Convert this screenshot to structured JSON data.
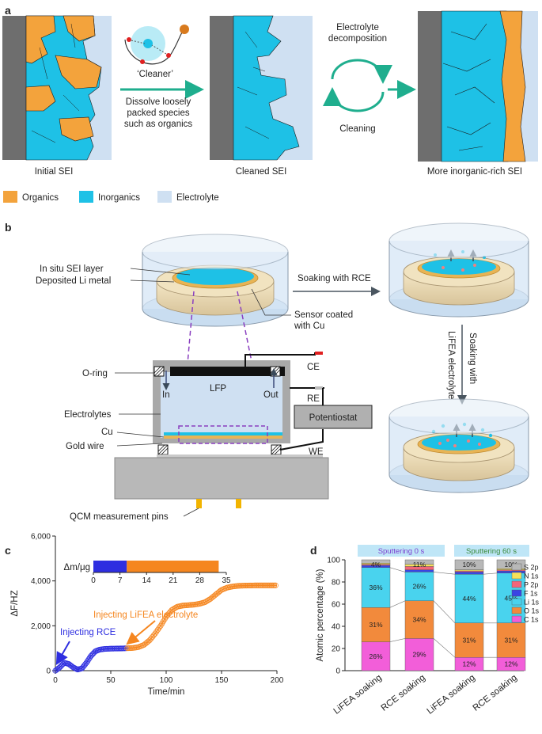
{
  "panel_a": {
    "label": "a",
    "steps": [
      "Initial SEI",
      "Cleaned SEI",
      "More inorganic-rich SEI"
    ],
    "cleaner": "‘Cleaner’",
    "dissolve": [
      "Dissolve loosely",
      "packed species",
      "such as organics"
    ],
    "decomp": [
      "Electrolyte",
      "decomposition"
    ],
    "cleaning": "Cleaning",
    "legend": [
      {
        "label": "Organics",
        "color": "#F3A33C"
      },
      {
        "label": "Inorganics",
        "color": "#1EC1E6"
      },
      {
        "label": "Electrolyte",
        "color": "#CFE0F2"
      }
    ],
    "arrow_color": "#1FAE8E"
  },
  "panel_b": {
    "label": "b",
    "sei_layer": "In situ SEI layer",
    "li_metal": "Deposited Li metal",
    "sensor": [
      "Sensor coated",
      "with Cu"
    ],
    "soak_rce": "Soaking with RCE",
    "soak_lifea": [
      "Soaking with",
      "LiFEA electrolyte"
    ],
    "oring": "O-ring",
    "in_label": "In",
    "out_label": "Out",
    "lfp": "LFP",
    "ce": "CE",
    "re": "RE",
    "we": "WE",
    "electrolytes": "Electrolytes",
    "cu": "Cu",
    "gold_wire": "Gold wire",
    "potentiostat": "Potentiostat",
    "qcm": "QCM measurement pins"
  },
  "panel_c": {
    "label": "c",
    "inset_label": "Δm/μg",
    "inset_ticks": [
      "0",
      "7",
      "14",
      "21",
      "28",
      "35"
    ],
    "inject_rce": "Injecting RCE",
    "inject_lifea": "Injecting LiFEA electrolyte",
    "colors": {
      "rce": "#2E2EE0",
      "lifea": "#F5861F"
    }
  },
  "panel_d": {
    "label": "d",
    "tag_0s": "Sputtering 0 s",
    "tag_60s": "Sputtering 60 s"
  },
  "chart_data": [
    {
      "type": "line",
      "xlabel": "Time/min",
      "ylabel": "ΔF/HZ",
      "xlim": [
        0,
        200
      ],
      "ylim": [
        0,
        6000
      ],
      "xticks": [
        "0",
        "50",
        "100",
        "150",
        "200"
      ],
      "yticks": [
        "0",
        "2,000",
        "4,000",
        "6,000"
      ],
      "grid": false,
      "series": [
        {
          "name": "Injecting RCE",
          "x": [
            0,
            4,
            8,
            12,
            16,
            20,
            24,
            28,
            32,
            36,
            40,
            45,
            50,
            55,
            60,
            65
          ],
          "y": [
            0,
            150,
            350,
            300,
            150,
            50,
            100,
            350,
            650,
            860,
            940,
            970,
            980,
            985,
            990,
            1000
          ]
        },
        {
          "name": "Injecting LiFEA electrolyte",
          "x": [
            65,
            70,
            75,
            80,
            85,
            90,
            95,
            100,
            105,
            110,
            115,
            120,
            125,
            130,
            135,
            140,
            145,
            150,
            155,
            160,
            165,
            170,
            175,
            180,
            185,
            190,
            195,
            200
          ],
          "y": [
            1000,
            1010,
            1050,
            1150,
            1350,
            1650,
            2000,
            2400,
            2700,
            2850,
            2900,
            2920,
            2940,
            2980,
            3050,
            3200,
            3400,
            3600,
            3700,
            3750,
            3780,
            3790,
            3795,
            3800,
            3800,
            3800,
            3800,
            3800
          ]
        }
      ],
      "inset": {
        "type": "bar",
        "xlim": [
          0,
          35
        ],
        "segments": [
          {
            "name": "Injecting RCE",
            "value": 8.8
          },
          {
            "name": "Injecting LiFEA electrolyte",
            "value": 24.2
          }
        ]
      }
    },
    {
      "type": "bar",
      "stacked": true,
      "ylabel": "Atomic percentage (%)",
      "ylim": [
        0,
        100
      ],
      "yticks": [
        "0",
        "20",
        "40",
        "60",
        "80",
        "100"
      ],
      "categories": [
        "LiFEA soaking",
        "RCE soaking",
        "LiFEA soaking",
        "RCE soaking"
      ],
      "legend": [
        "S 2p",
        "N 1s",
        "P 2p",
        "F 1s",
        "Li 1s",
        "O 1s",
        "C 1s"
      ],
      "series": [
        {
          "name": "C 1s",
          "color": "#F25ED9",
          "values": [
            26,
            29,
            12,
            12
          ],
          "labels": [
            "26%",
            "29%",
            "12%",
            "12%"
          ]
        },
        {
          "name": "O 1s",
          "color": "#F28A3C",
          "values": [
            31,
            34,
            31,
            31
          ],
          "labels": [
            "31%",
            "34%",
            "31%",
            "31%"
          ]
        },
        {
          "name": "Li 1s",
          "color": "#49D3EE",
          "values": [
            36,
            26,
            44,
            45
          ],
          "labels": [
            "36%",
            "26%",
            "44%",
            "45%"
          ]
        },
        {
          "name": "F 1s",
          "color": "#3A45E3",
          "values": [
            2,
            2,
            2,
            2
          ],
          "labels": [
            "",
            "",
            "",
            ""
          ]
        },
        {
          "name": "P 2p",
          "color": "#F3667A",
          "values": [
            1,
            3,
            1,
            1
          ],
          "labels": [
            "",
            "",
            "",
            ""
          ]
        },
        {
          "name": "N 1s",
          "color": "#F6E25A",
          "values": [
            1,
            2,
            1,
            1
          ],
          "labels": [
            "",
            "",
            "",
            ""
          ]
        },
        {
          "name": "S 2p",
          "color": "#B8B8B8",
          "values": [
            3,
            4,
            9,
            8
          ],
          "labels": [
            "4%",
            "11%",
            "10%",
            "10%"
          ]
        }
      ]
    }
  ]
}
